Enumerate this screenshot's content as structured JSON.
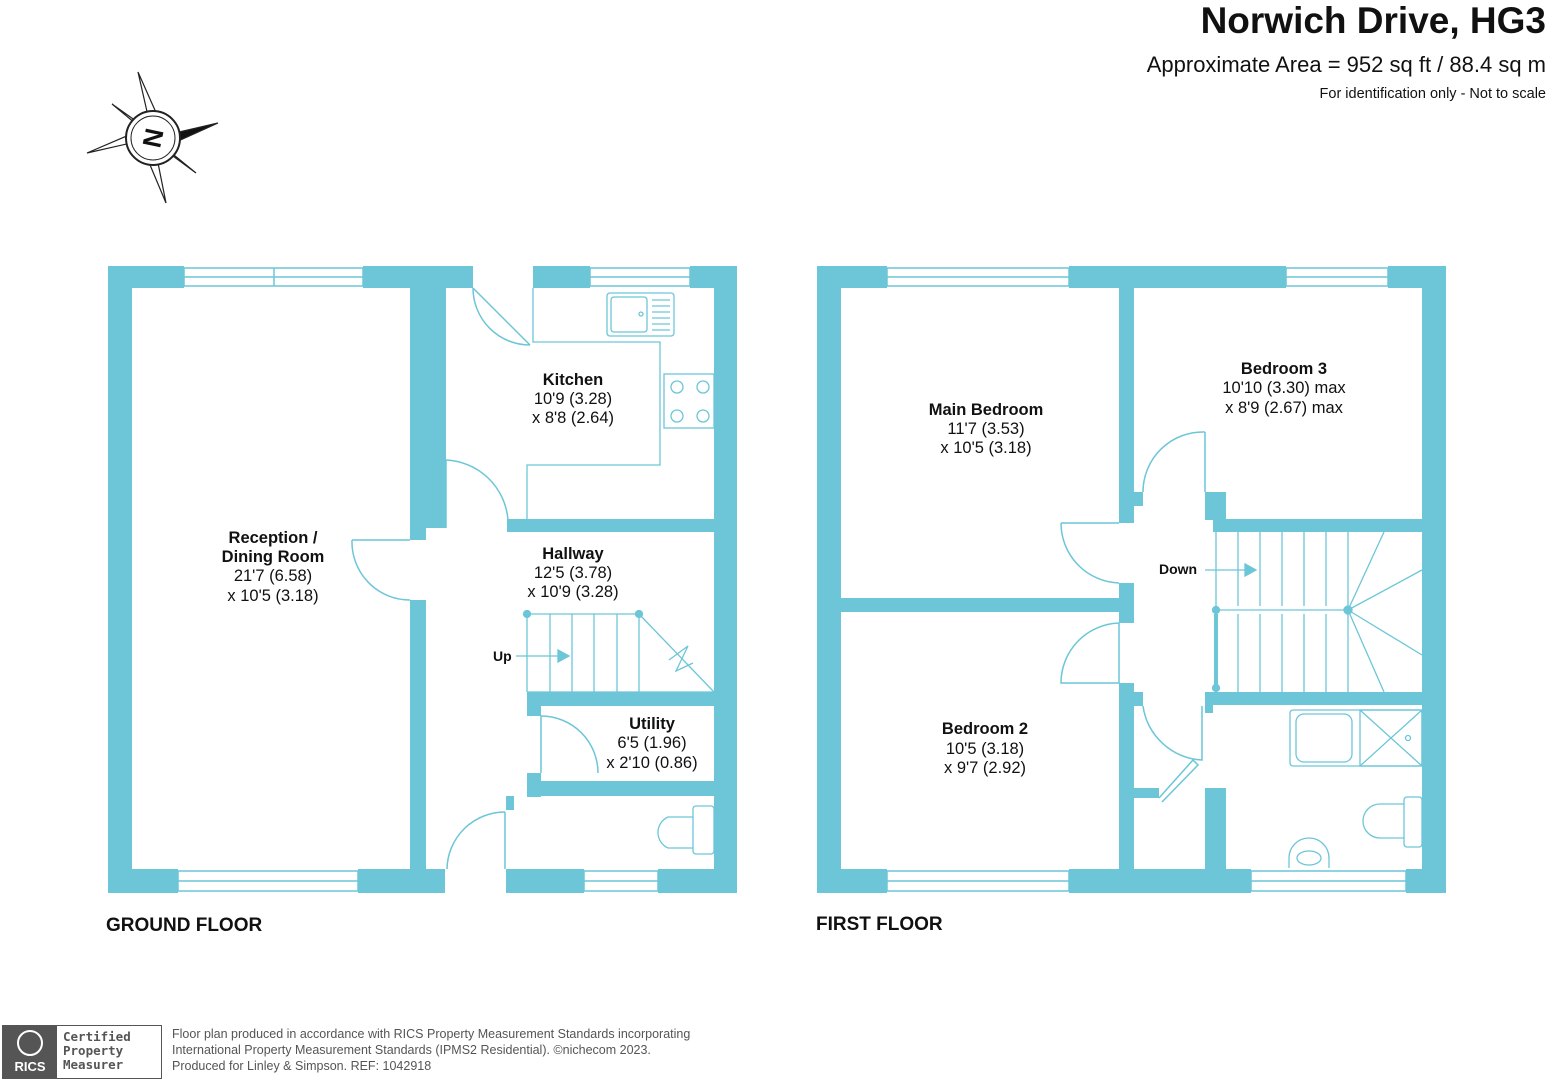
{
  "header": {
    "title": "Norwich Drive, HG3",
    "area": "Approximate Area = 952 sq ft / 88.4 sq m",
    "note": "For identification only - Not to scale"
  },
  "compass": {
    "letter": "N",
    "icon": "compass-rose-icon"
  },
  "colors": {
    "wall": "#6cc6d8",
    "text": "#111111",
    "footer": "#555555"
  },
  "ground_floor": {
    "label": "GROUND FLOOR",
    "rooms": {
      "reception": {
        "name": "Reception /",
        "name2": "Dining Room",
        "dim1": "21'7 (6.58)",
        "dim2": "x 10'5 (3.18)"
      },
      "kitchen": {
        "name": "Kitchen",
        "dim1": "10'9 (3.28)",
        "dim2": "x 8'8 (2.64)"
      },
      "hallway": {
        "name": "Hallway",
        "dim1": "12'5 (3.78)",
        "dim2": "x 10'9 (3.28)"
      },
      "utility": {
        "name": "Utility",
        "dim1": "6'5 (1.96)",
        "dim2": "x 2'10 (0.86)"
      }
    },
    "stairs_label": "Up"
  },
  "first_floor": {
    "label": "FIRST FLOOR",
    "rooms": {
      "main_bedroom": {
        "name": "Main Bedroom",
        "dim1": "11'7 (3.53)",
        "dim2": "x 10'5 (3.18)"
      },
      "bedroom3": {
        "name": "Bedroom 3",
        "dim1": "10'10 (3.30) max",
        "dim2": "x 8'9 (2.67) max"
      },
      "bedroom2": {
        "name": "Bedroom 2",
        "dim1": "10'5 (3.18)",
        "dim2": "x 9'7 (2.92)"
      }
    },
    "stairs_label": "Down"
  },
  "footer": {
    "line1": "Floor plan produced in accordance with RICS Property Measurement Standards incorporating",
    "line2": "International Property Measurement Standards (IPMS2 Residential).   ©nichecom 2023.",
    "line3": "Produced for Linley & Simpson.   REF:  1042918",
    "badge_logo": "RICS",
    "badge_text": "Certified\nProperty\nMeasurer"
  }
}
